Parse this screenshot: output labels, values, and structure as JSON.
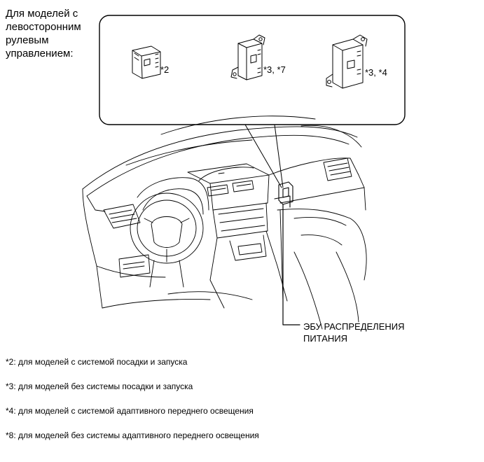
{
  "side_note": {
    "lines": [
      "Для моделей с",
      "левосторонним",
      "рулевым",
      "управлением:"
    ]
  },
  "modules": [
    {
      "label": "*2"
    },
    {
      "label": "*3, *7"
    },
    {
      "label": "*3, *4"
    }
  ],
  "ecu_label": {
    "lines": [
      "ЭБУ РАСПРЕДЕЛЕНИЯ",
      "ПИТАНИЯ"
    ]
  },
  "notes": [
    "*2: для моделей с системой посадки и запуска",
    "*3: для моделей без системы посадки и запуска",
    "*4: для моделей с системой адаптивного переднего освещения",
    "*8: для моделей без системы адаптивного переднего освещения"
  ]
}
